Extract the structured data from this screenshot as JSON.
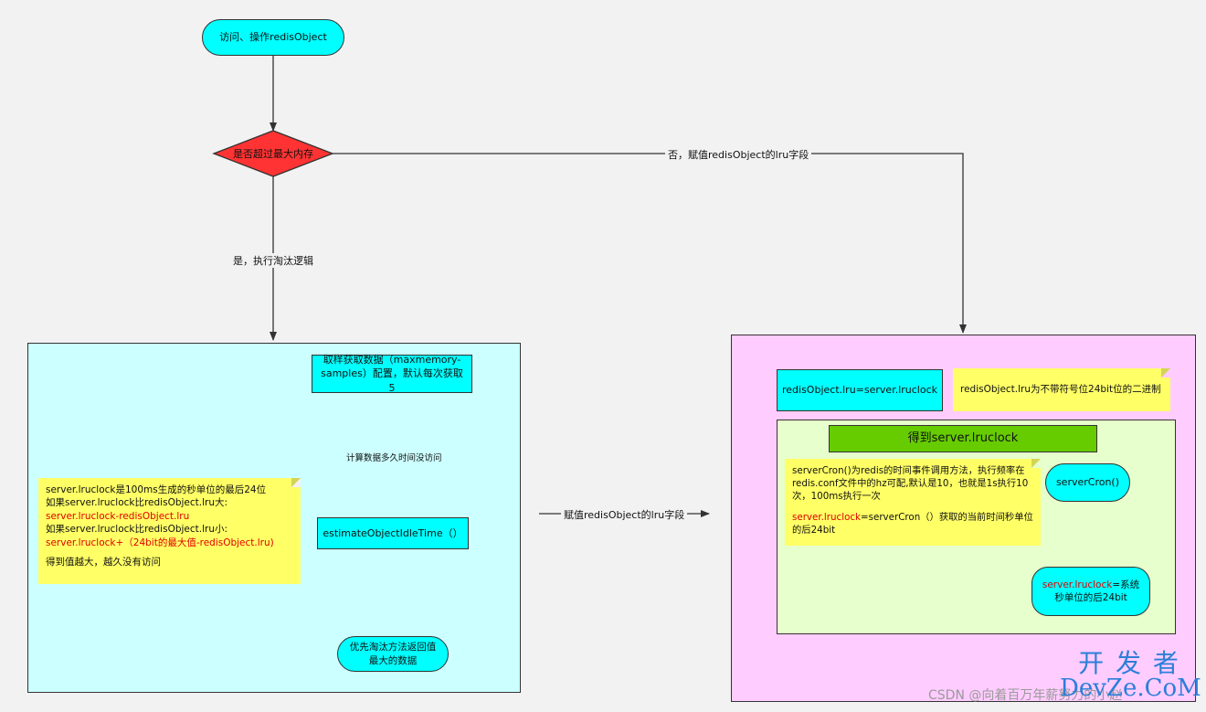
{
  "start": {
    "label": "访问、操作redisObject"
  },
  "decision": {
    "label": "是否超过最大内存"
  },
  "edges": {
    "no_label": "否，赋值redisObject的lru字段",
    "yes_label": "是，执行淘汰逻辑",
    "middle_label": "赋值redisObject的lru字段",
    "calc_label": "计算数据多久时间没访问"
  },
  "left_panel": {
    "sample_box": "取样获取数据（maxmemory-samples）配置，默认每次获取5",
    "estimate_box": "estimateObjectIdleTime（）",
    "evict_end": "优先淘汰方法返回值最大的数据",
    "note": {
      "line1": "server.lruclock是100ms生成的秒单位的最后24位",
      "line2": "如果server.lruclock比redisObject.lru大:",
      "line3_red": "server.lruclock-redisObject.lru",
      "line4": "如果server.lruclock比redisObject.lru小:",
      "line5_red": "server.lruclock+（24bit的最大值-redisObject.lru)",
      "line6": "得到值越大，越久没有访问"
    }
  },
  "right_panel": {
    "assign_box": "redisObject.lru=server.lruclock",
    "lru_note": "redisObject.lru为不带符号位24bit位的二进制",
    "inner": {
      "header": "得到server.lruclock",
      "note_line1": "serverCron()为redis的时间事件调用方法，执行频率在redis.conf文件中的hz可配,默认是10，也就是1s执行10次，100ms执行一次",
      "note_line2_red": "server.lruclock",
      "note_line2_rest": "=serverCron（）获取的当前时间秒单位的后24bit",
      "servercron_node": "serverCron()",
      "result_red": "server.lruclock",
      "result_rest": "=系统秒单位的后24bit"
    }
  },
  "watermark": {
    "csdn": "CSDN @向着百万年薪努力的小赵",
    "logo_top": "开 发 者",
    "logo_bottom": "DevZe.CoM"
  },
  "colors": {
    "cyan": "#00ffff",
    "decision_red": "#ff3333",
    "left_panel_bg": "#ccffff",
    "right_panel_bg": "#ffccff",
    "inner_panel_bg": "#e6ffcc",
    "header_green": "#66cc00",
    "note_yellow": "#ffff66"
  }
}
